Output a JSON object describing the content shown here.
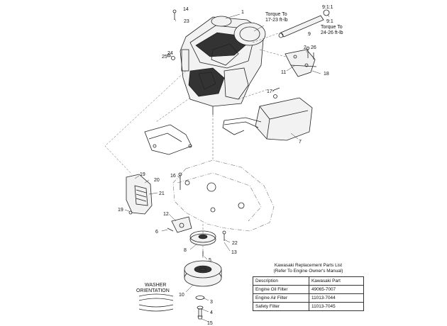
{
  "callouts": {
    "c1": "1",
    "c2": "2",
    "c3": "3",
    "c4": "4",
    "c5": "5",
    "c6": "6",
    "c7": "7",
    "c8": "8",
    "c9": "9",
    "c10": "10",
    "c11": "11",
    "c12": "12",
    "c13": "13",
    "c14": "14",
    "c15": "15",
    "c16": "16",
    "c17": "17",
    "c18": "18",
    "c19a": "19",
    "c19b": "19",
    "c20": "20",
    "c21": "21",
    "c22": "22",
    "c23": "23",
    "c24": "24",
    "c25": "25",
    "c26": "26"
  },
  "notes": {
    "torque1_line1": "Torque To",
    "torque1_line2": "17-23 ft-lb",
    "ratio1": "9:1:1",
    "ratio2": "9:1",
    "torque2_line1": "Torque To",
    "torque2_line2": "24-26 ft-lb",
    "washer_line1": "WASHER",
    "washer_line2": "ORIENTATION"
  },
  "parts_table": {
    "title_line1": "Kawasaki Replacement Parts List",
    "title_line2": "(Refer To Engine Owner's Manual)",
    "headers": [
      "Description",
      "Kawasaki Part"
    ],
    "rows": [
      [
        "Engine Oil Filter",
        "49065-7007"
      ],
      [
        "Engine Air Filter",
        "11013-7044"
      ],
      [
        "Safety Filter",
        "11013-7045"
      ]
    ]
  }
}
